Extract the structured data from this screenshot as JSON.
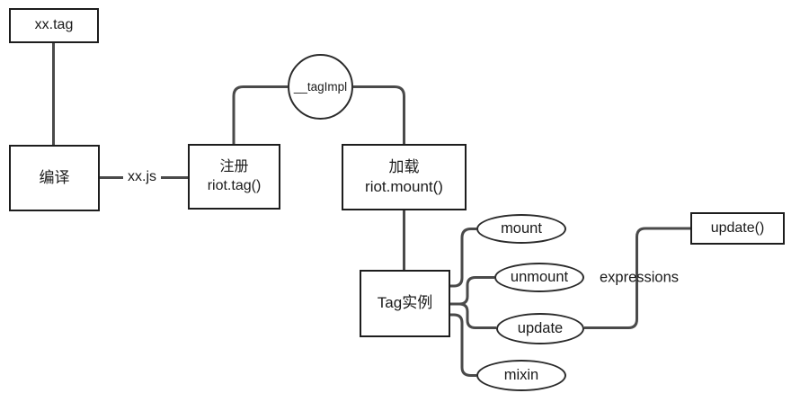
{
  "diagram": {
    "title_hint": "riot.js tag lifecycle flow",
    "colors": {
      "background": "#ffffff",
      "box_border": "#1d1d1d",
      "connector": "#4a4a4a",
      "text": "#1a1a1a"
    },
    "nodes": {
      "xxtag": {
        "label": "xx.tag"
      },
      "compile": {
        "label": "编译"
      },
      "register": {
        "line1": "注册",
        "line2": "riot.tag()"
      },
      "tagimpl": {
        "label": "__tagImpl"
      },
      "load": {
        "line1": "加载",
        "line2": "riot.mount()"
      },
      "taginstance": {
        "label": "Tag实例"
      },
      "update_fn": {
        "label": "update()"
      }
    },
    "events": {
      "mount": "mount",
      "unmount": "unmount",
      "update": "update",
      "mixin": "mixin"
    },
    "edge_labels": {
      "xxjs": "xx.js",
      "expressions": "expressions"
    }
  }
}
